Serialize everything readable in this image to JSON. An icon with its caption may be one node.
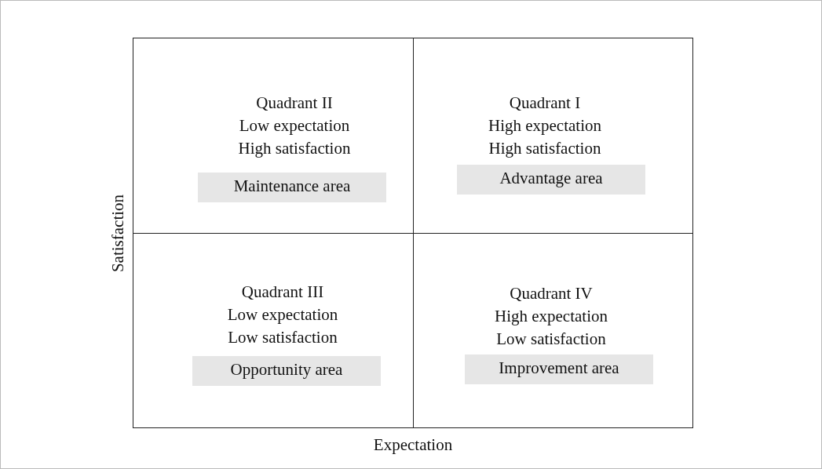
{
  "diagram": {
    "nodes": [
      {
        "text": [
          "Quadrant II",
          "Low expectation",
          "High satisfaction"
        ]
      },
      {
        "text": [
          "Maintenance area"
        ],
        "in": 0
      },
      {
        "text": [
          "Quadrant I",
          "High expectation",
          "High satisfaction"
        ]
      },
      {
        "text": [
          "Advantage area"
        ],
        "in": 2
      },
      {
        "text": [
          "Quadrant III",
          "Low expectation",
          "Low satisfaction"
        ]
      },
      {
        "text": [
          "Opportunity area"
        ],
        "in": 4
      },
      {
        "text": [
          "Quadrant IV",
          "High expectation",
          "Low satisfaction"
        ]
      },
      {
        "text": [
          "Improvement area"
        ],
        "in": 6
      }
    ],
    "edges": [],
    "labels": [
      "Satisfaction",
      "Expectation"
    ]
  }
}
